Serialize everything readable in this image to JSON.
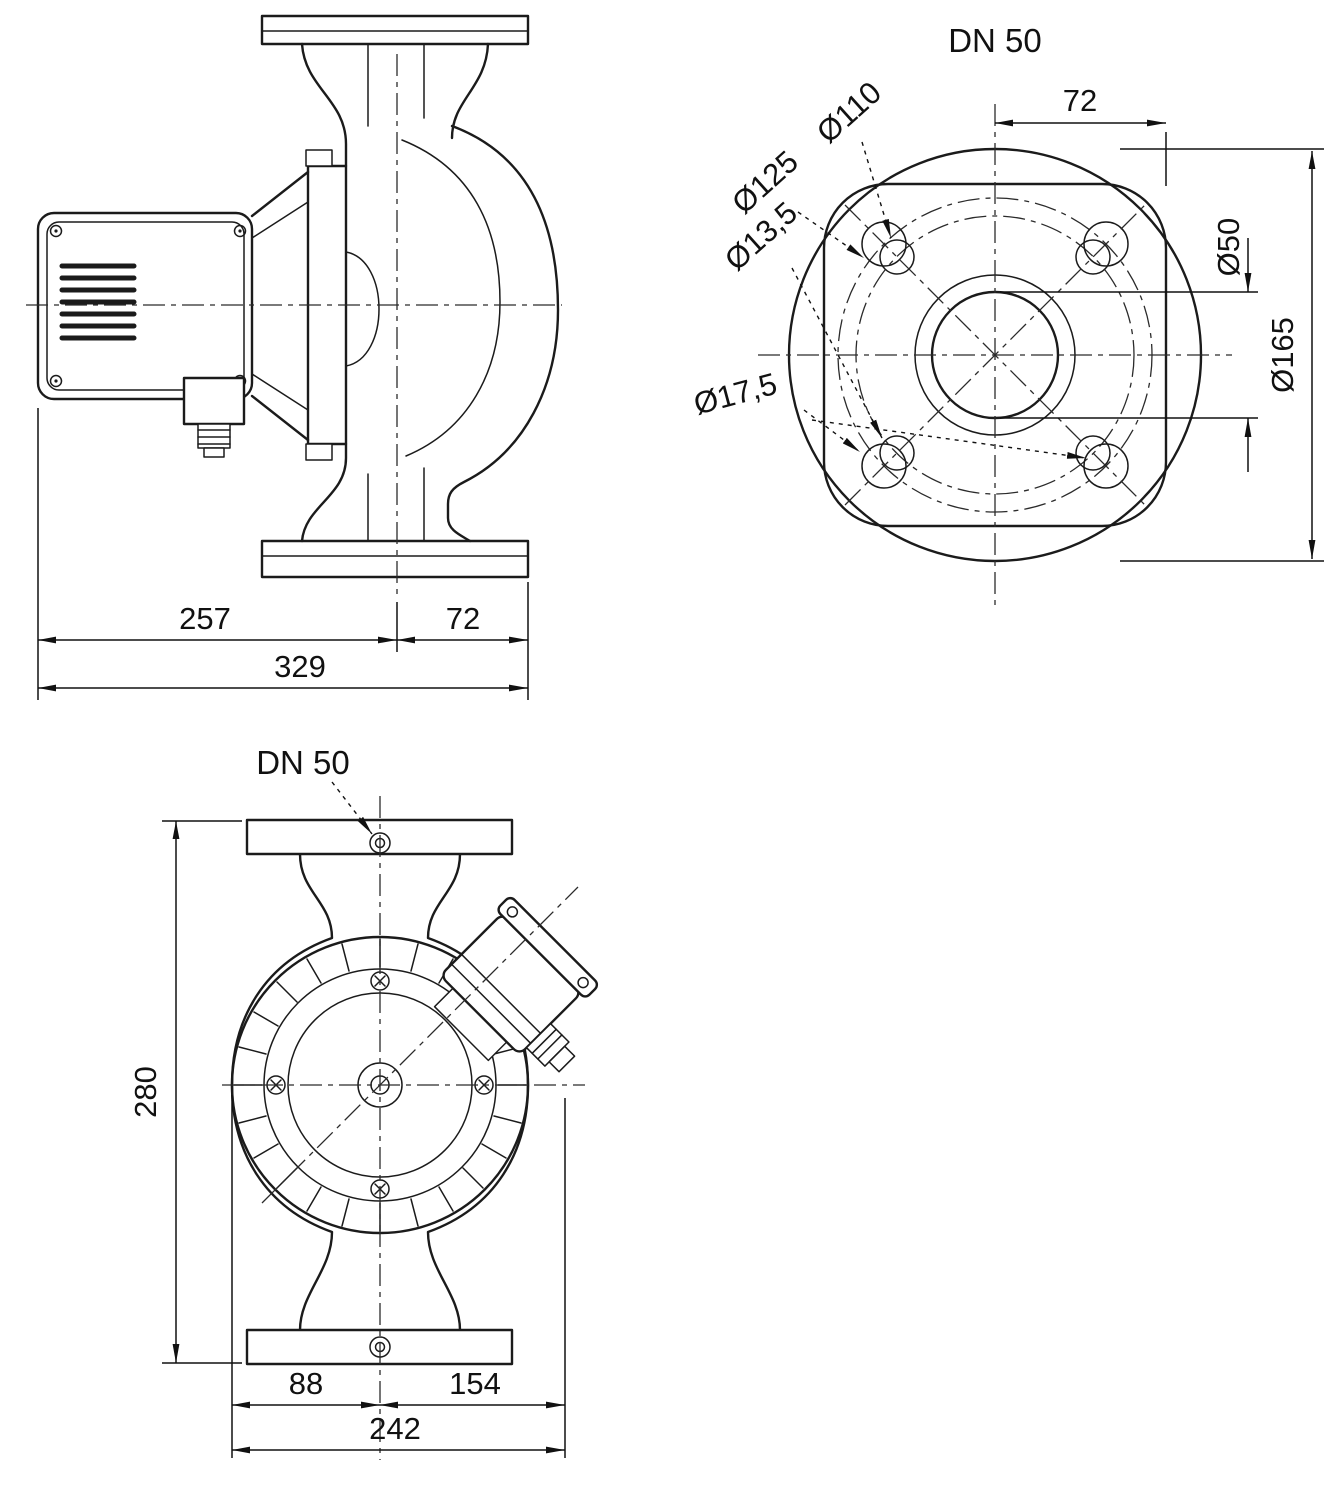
{
  "colors": {
    "ink": "#1b1b1b",
    "background": "#ffffff"
  },
  "side": {
    "d257": "257",
    "d72": "72",
    "d329": "329"
  },
  "flange": {
    "title": "DN 50",
    "d72": "72",
    "d110": "Ø110",
    "d125": "Ø125",
    "d135": "Ø13,5",
    "d175": "Ø17,5",
    "d50": "Ø50",
    "d165": "Ø165"
  },
  "front": {
    "dn": "DN 50",
    "d280": "280",
    "d88": "88",
    "d154": "154",
    "d242": "242"
  }
}
